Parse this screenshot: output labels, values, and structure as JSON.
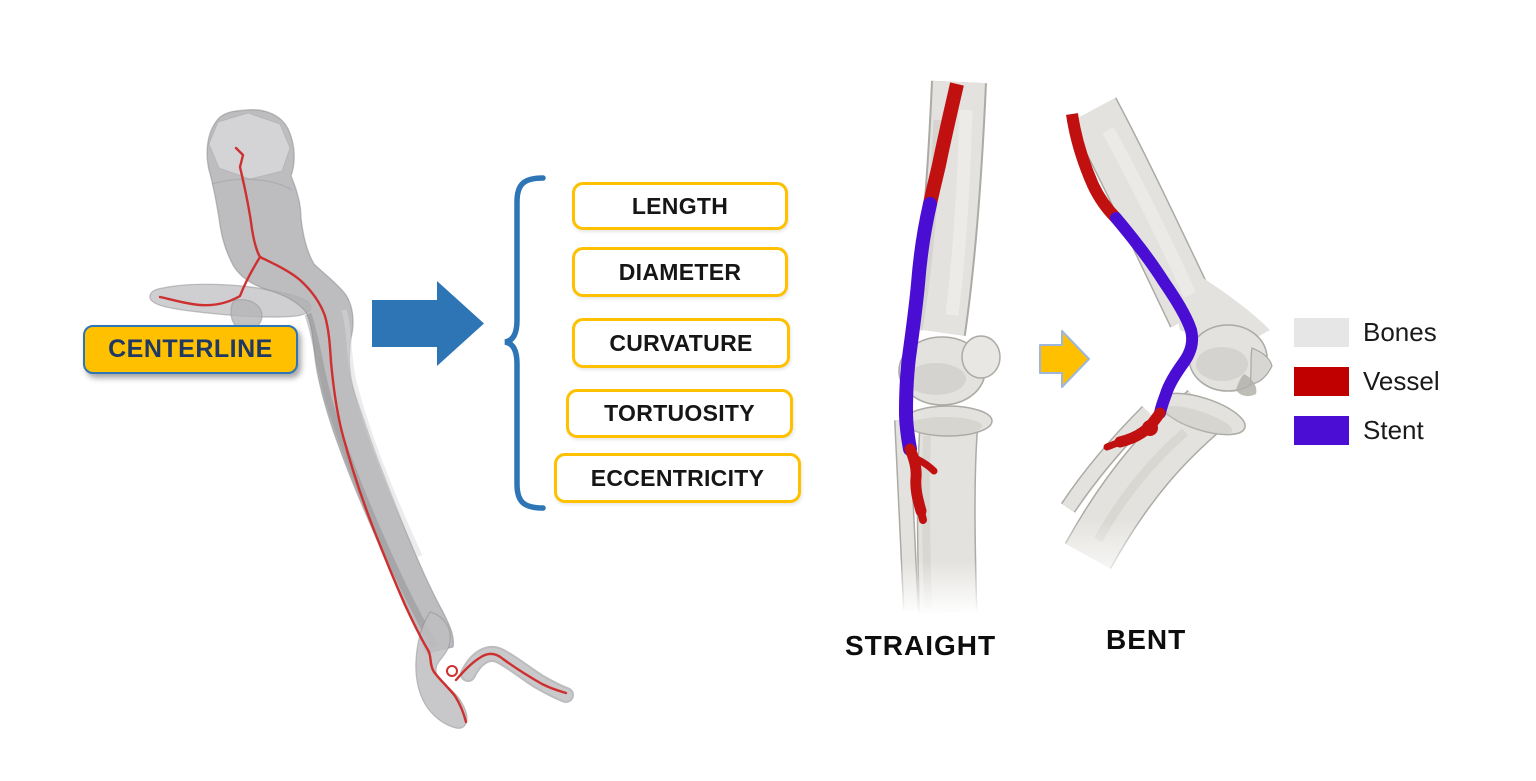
{
  "page": {
    "background": "#FFFFFF"
  },
  "centerline_badge": {
    "label": "CENTERLINE",
    "fill": "#FFC000",
    "text_color": "#1F3864",
    "border_color": "#2E75B6"
  },
  "metrics": {
    "box_border_color": "#FFC000",
    "items": [
      {
        "label": "LENGTH"
      },
      {
        "label": "DIAMETER"
      },
      {
        "label": "CURVATURE"
      },
      {
        "label": "TORTUOSITY"
      },
      {
        "label": "ECCENTRICITY"
      }
    ]
  },
  "arrows": {
    "flow_arrow": "right-block-arrow",
    "flow_arrow_color": "#2E75B6",
    "transform_arrow": "right-block-arrow",
    "transform_arrow_color": "#FFC000"
  },
  "figures": {
    "straight": {
      "label": "STRAIGHT"
    },
    "bent": {
      "label": "BENT"
    }
  },
  "legend": {
    "items": [
      {
        "label": "Bones",
        "color": "#E7E6E6"
      },
      {
        "label": "Vessel",
        "color": "#C00000"
      },
      {
        "label": "Stent",
        "color": "#4B0DD3"
      }
    ]
  },
  "model_colors": {
    "vessel_mesh_gray": "#B4B4B7",
    "centerline_red": "#CE3030",
    "bone_gray": "#E3E2DE",
    "leg_vessel_red": "#C11010",
    "stent_purple": "#4A0DD3",
    "brace_blue": "#2E75B6"
  }
}
